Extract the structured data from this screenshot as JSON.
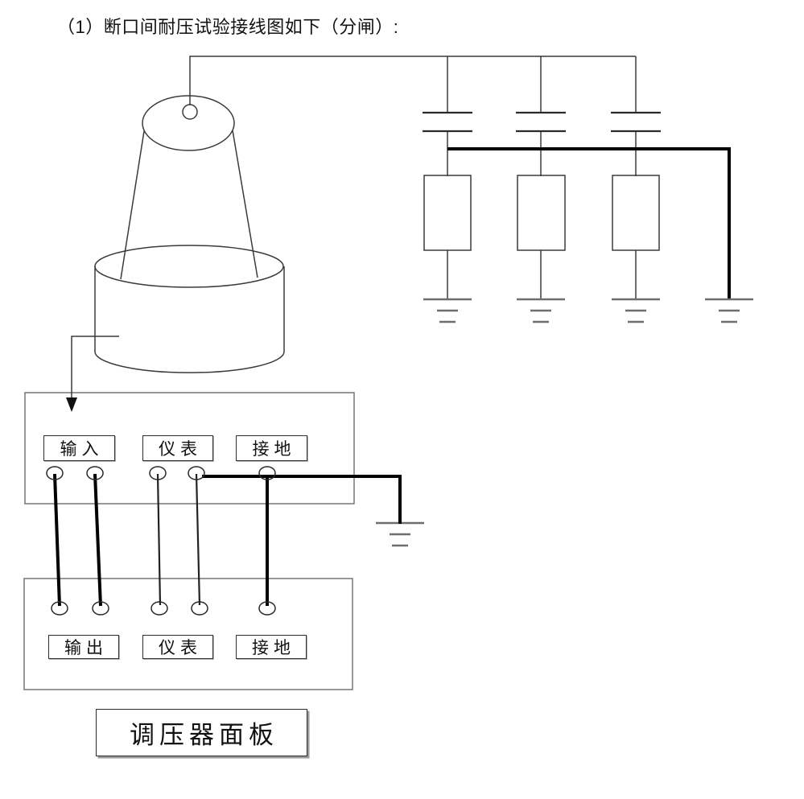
{
  "title": "（1）断口间耐压试验接线图如下（分闸）:",
  "upper_panel": {
    "input_label": "输入",
    "meter_label": "仪表",
    "ground_label": "接地"
  },
  "lower_panel": {
    "output_label": "输出",
    "meter_label": "仪表",
    "ground_label": "接地"
  },
  "caption": "调压器面板",
  "colors": {
    "background": "#ffffff",
    "line": "#3a3a3a",
    "thick_wire": "#000000",
    "ground_symbol": "#6e6e6e",
    "text": "#111111"
  }
}
